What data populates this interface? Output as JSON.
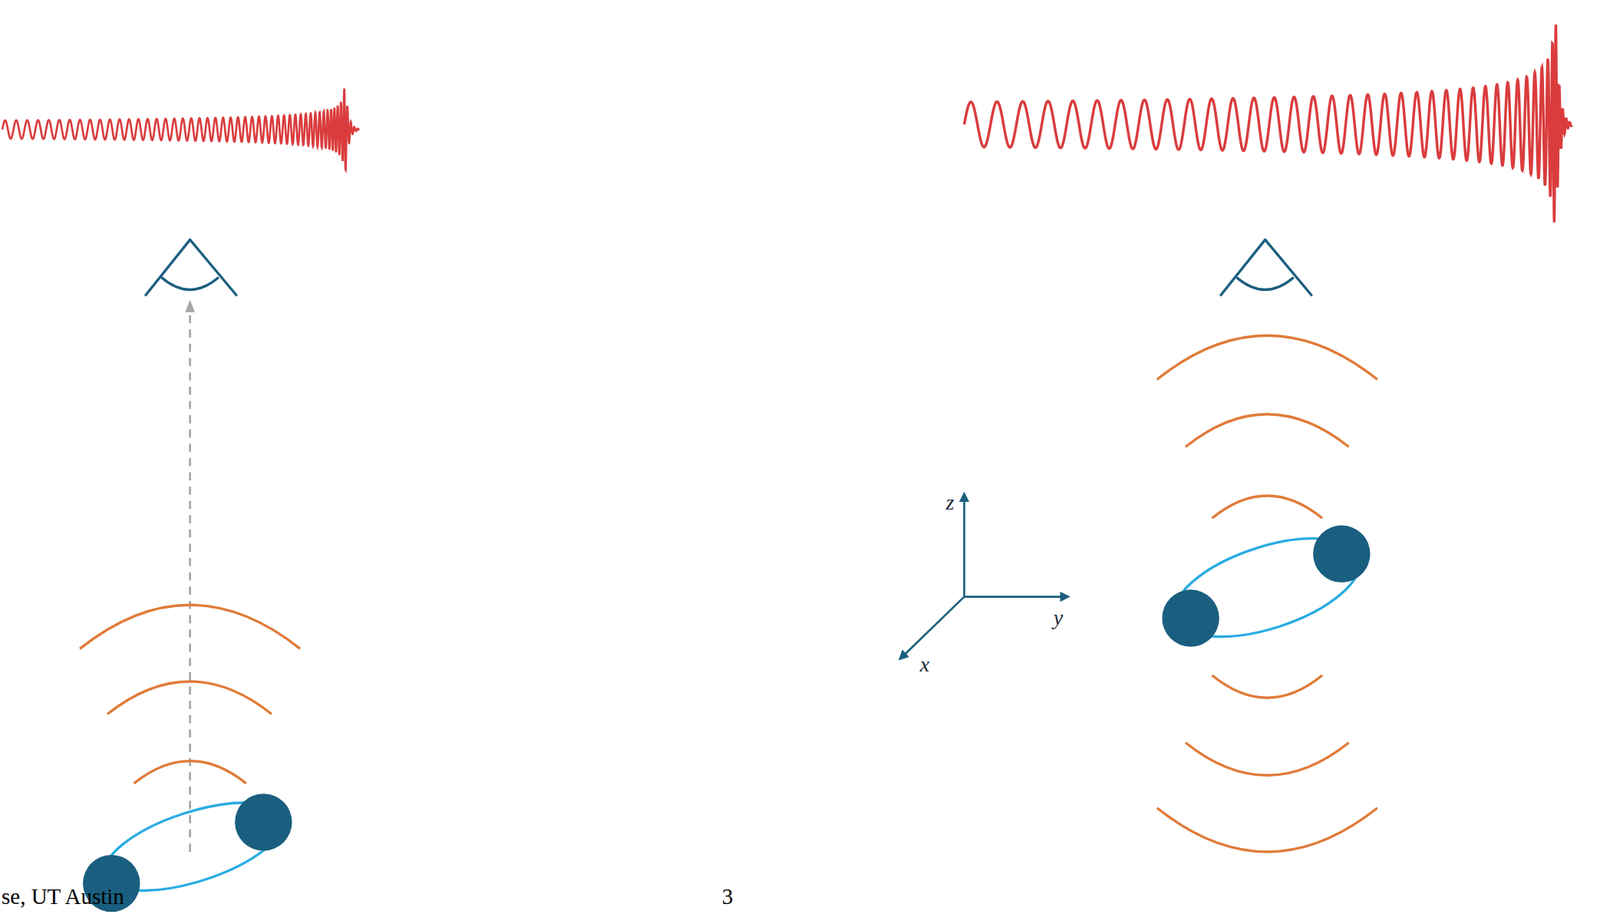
{
  "diagram": {
    "labels": [
      "se, UT Austin",
      "3",
      "z",
      "y",
      "x"
    ]
  }
}
